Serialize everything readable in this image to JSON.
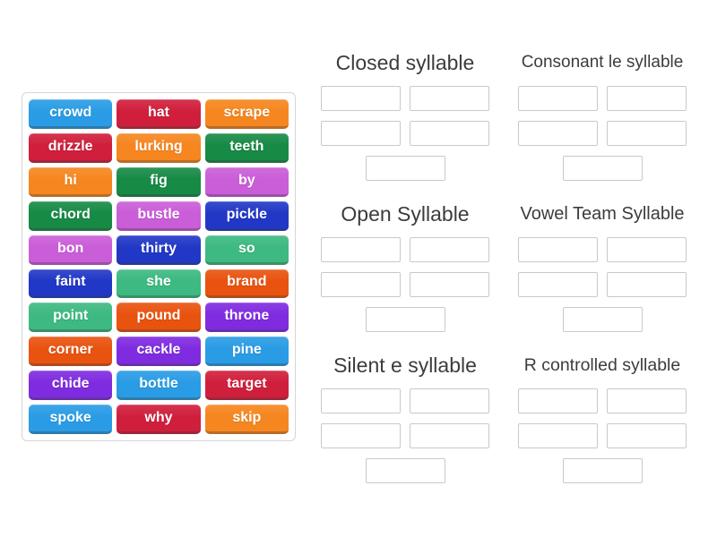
{
  "page": {
    "background": "#ffffff"
  },
  "styles": {
    "tile_text_color": "#ffffff",
    "title_color": "#3c3c3c",
    "slot_border_color": "#c9c9c9",
    "bank_border_color": "#d6d6d6",
    "palette": {
      "blue": "#2a9ce5",
      "crimson": "#d01f3c",
      "orange": "#f6861f",
      "green": "#178a46",
      "orchid": "#ca5dd8",
      "royal_blue": "#2138c6",
      "sea_green": "#3db981",
      "orange_red": "#e95310",
      "purple": "#7f2ce0"
    }
  },
  "word_bank": {
    "tiles": [
      {
        "label": "crowd",
        "color": "#2a9ce5"
      },
      {
        "label": "hat",
        "color": "#d01f3c"
      },
      {
        "label": "scrape",
        "color": "#f6861f"
      },
      {
        "label": "drizzle",
        "color": "#d01f3c"
      },
      {
        "label": "lurking",
        "color": "#f6861f"
      },
      {
        "label": "teeth",
        "color": "#178a46"
      },
      {
        "label": "hi",
        "color": "#f6861f"
      },
      {
        "label": "fig",
        "color": "#178a46"
      },
      {
        "label": "by",
        "color": "#ca5dd8"
      },
      {
        "label": "chord",
        "color": "#178a46"
      },
      {
        "label": "bustle",
        "color": "#ca5dd8"
      },
      {
        "label": "pickle",
        "color": "#2138c6"
      },
      {
        "label": "bon",
        "color": "#ca5dd8"
      },
      {
        "label": "thirty",
        "color": "#2138c6"
      },
      {
        "label": "so",
        "color": "#3db981"
      },
      {
        "label": "faint",
        "color": "#2138c6"
      },
      {
        "label": "she",
        "color": "#3db981"
      },
      {
        "label": "brand",
        "color": "#e95310"
      },
      {
        "label": "point",
        "color": "#3db981"
      },
      {
        "label": "pound",
        "color": "#e95310"
      },
      {
        "label": "throne",
        "color": "#7f2ce0"
      },
      {
        "label": "corner",
        "color": "#e95310"
      },
      {
        "label": "cackle",
        "color": "#7f2ce0"
      },
      {
        "label": "pine",
        "color": "#2a9ce5"
      },
      {
        "label": "chide",
        "color": "#7f2ce0"
      },
      {
        "label": "bottle",
        "color": "#2a9ce5"
      },
      {
        "label": "target",
        "color": "#d01f3c"
      },
      {
        "label": "spoke",
        "color": "#2a9ce5"
      },
      {
        "label": "why",
        "color": "#d01f3c"
      },
      {
        "label": "skip",
        "color": "#f6861f"
      }
    ]
  },
  "groups": [
    {
      "title": "Closed syllable",
      "slot_count": 5
    },
    {
      "title": "Consonant le syllable",
      "slot_count": 5
    },
    {
      "title": "Open Syllable",
      "slot_count": 5
    },
    {
      "title": "Vowel Team Syllable",
      "slot_count": 5
    },
    {
      "title": "Silent e syllable",
      "slot_count": 5
    },
    {
      "title": "R controlled syllable",
      "slot_count": 5
    }
  ]
}
